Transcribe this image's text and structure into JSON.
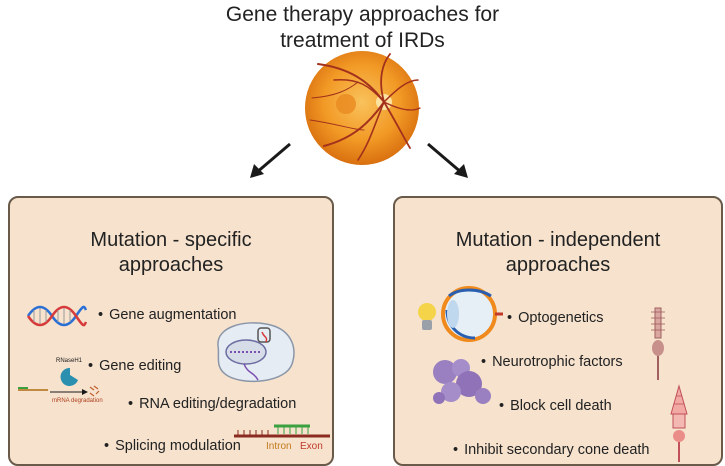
{
  "title": {
    "line1": "Gene therapy approaches for",
    "line2": "treatment of IRDs"
  },
  "left_panel": {
    "heading_line1": "Mutation - specific",
    "heading_line2": "approaches",
    "items": [
      "Gene augmentation",
      "Gene editing",
      "RNA editing/degradation",
      "Splicing modulation"
    ],
    "labels": {
      "rnase": "RNaseH1",
      "mrna": "mRNA degradation",
      "intron": "Intron",
      "exon": "Exon"
    }
  },
  "right_panel": {
    "heading_line1": "Mutation - independent",
    "heading_line2": "approaches",
    "items": [
      "Optogenetics",
      "Neurotrophic factors",
      "Block cell death",
      "Inhibit secondary cone death"
    ]
  },
  "colors": {
    "panel_fill": "#f6e2cd",
    "panel_border": "#6a5a4a",
    "retina_outer": "#f08a1c",
    "retina_inner": "#f7b24a",
    "vessel": "#a3311c"
  }
}
